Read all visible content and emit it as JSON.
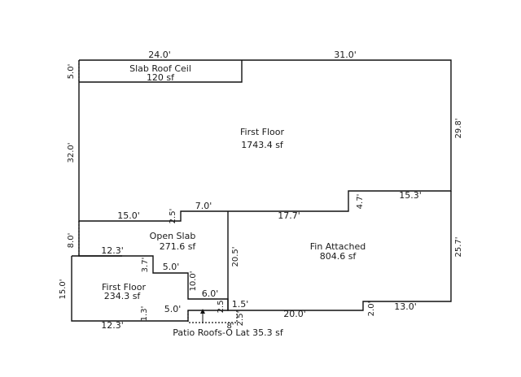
{
  "areas": {
    "slab_roof_name": "Slab Roof Ceil",
    "slab_roof_area": "120 sf",
    "first_floor_main_name": "First Floor",
    "first_floor_main_area": "1743.4 sf",
    "open_slab_name": "Open Slab",
    "open_slab_area": "271.6 sf",
    "fin_attached_name": "Fin Attached",
    "fin_attached_area": "804.6 sf",
    "first_floor_small_name": "First Floor",
    "first_floor_small_area": "234.3 sf",
    "patio_label": "Patio Roofs-O Lat  35.3 sf"
  },
  "dims": {
    "top_left": "24.0'",
    "top_right": "31.0'",
    "slab_left": "5.0'",
    "main_left": "32.0'",
    "main_right": "29.8'",
    "mid_left": "15.0'",
    "step_a": "2.5'",
    "step_top": "7.0'",
    "notch_v": "4.7'",
    "notch_h": "15.3'",
    "fin_top": "17.7'",
    "slab_side": "8.0'",
    "small_top": "12.3'",
    "small_left": "15.0'",
    "small_step_v": "3.7'",
    "small_step_h": "5.0'",
    "open_inner_v": "10.0'",
    "open_inner_h": "6.0'",
    "fin_left": "20.5'",
    "fin_right": "25.7'",
    "small_bottom_v": "1.3'",
    "small_bottom_h": "5.0'",
    "patio_v": "2.5'",
    "patio_h": "8'",
    "patio_gap": "1.5'",
    "patio_small": "2.5'",
    "bottom_mid": "20.0'",
    "bottom_step": "2.0'",
    "bottom_right": "13.0'",
    "small_bottom": "12.3'"
  }
}
